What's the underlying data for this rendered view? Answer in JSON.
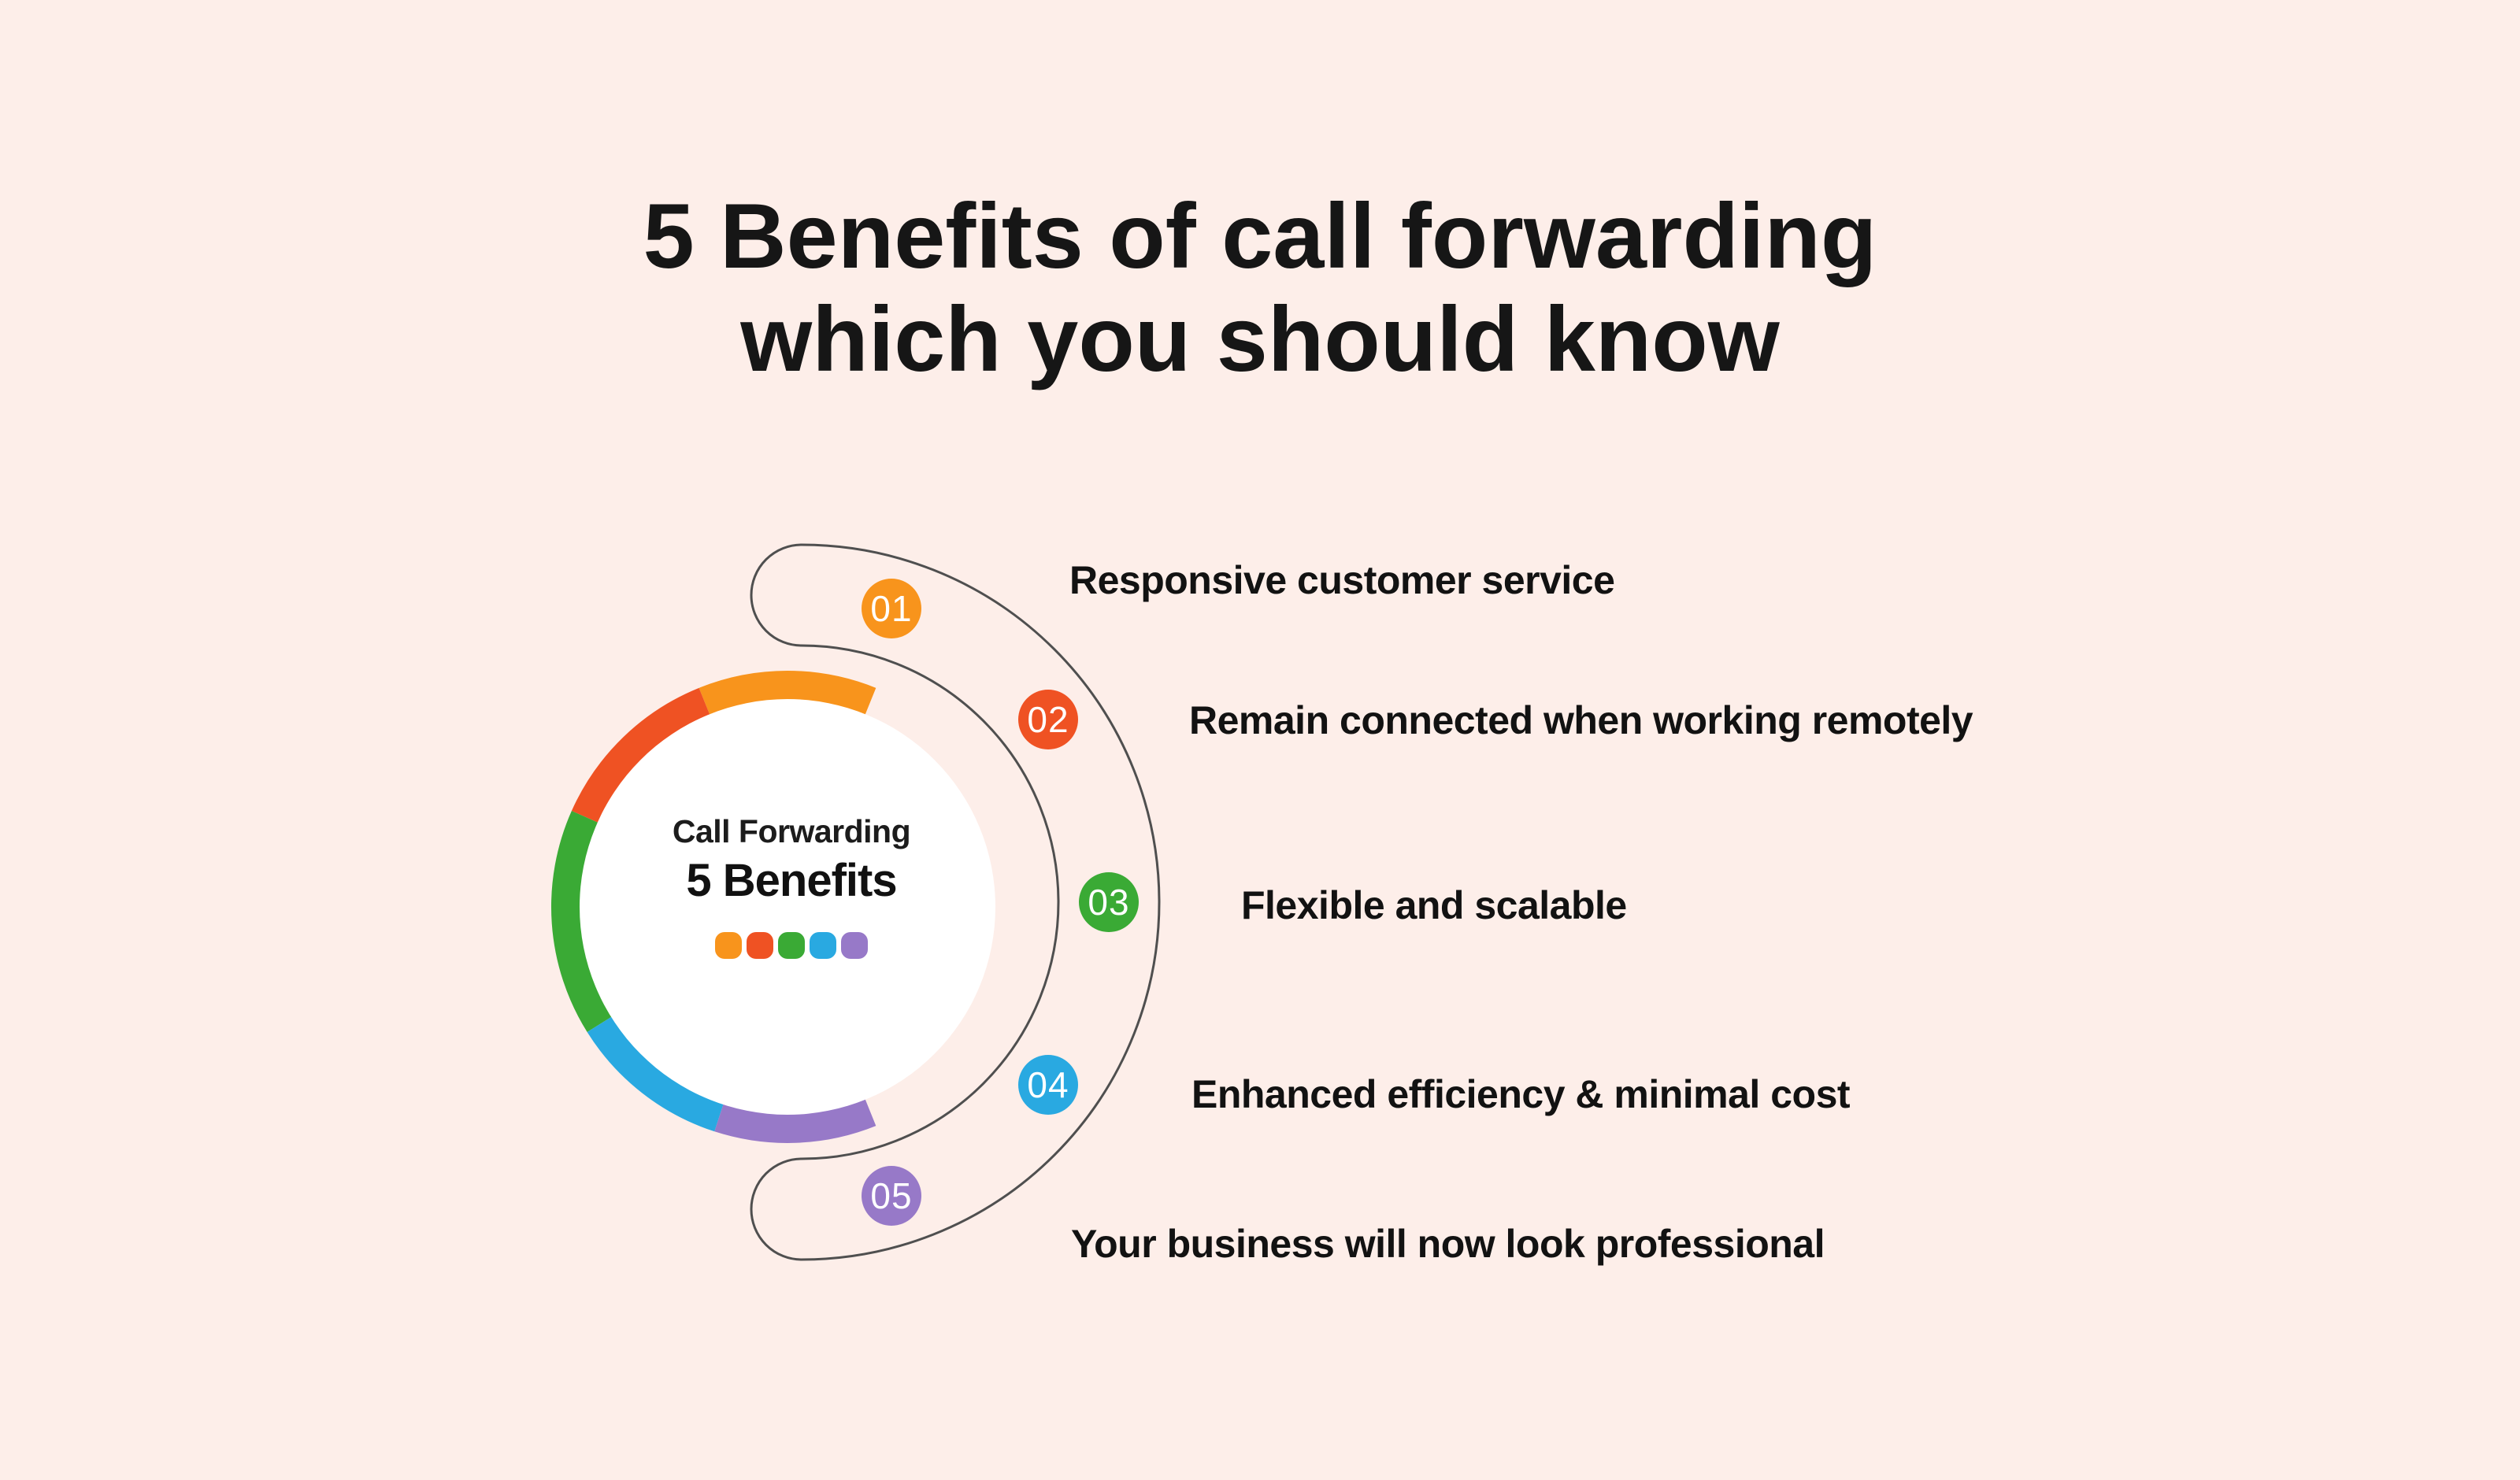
{
  "background_color": "#FDEEE9",
  "title": {
    "line1": "5 Benefits of call forwarding",
    "line2": "which you should know"
  },
  "center": {
    "subtitle": "Call Forwarding",
    "title": "5 Benefits",
    "dot_colors": [
      "#F8941C",
      "#EF5223",
      "#3AAA35",
      "#29A9E1",
      "#9779C8"
    ]
  },
  "benefits": [
    {
      "number": "01",
      "label": "Responsive customer service",
      "color": "#F8941C"
    },
    {
      "number": "02",
      "label": "Remain connected when working remotely",
      "color": "#EF5223"
    },
    {
      "number": "03",
      "label": "Flexible and scalable",
      "color": "#3AAA35"
    },
    {
      "number": "04",
      "label": "Enhanced efficiency & minimal cost",
      "color": "#29A9E1"
    },
    {
      "number": "05",
      "label": "Your business will now look professional",
      "color": "#9779C8"
    }
  ],
  "diagram": {
    "circle_fill": "#FFFFFF",
    "crescent_line_color": "#4F4F4F",
    "text_color": "#161616"
  }
}
